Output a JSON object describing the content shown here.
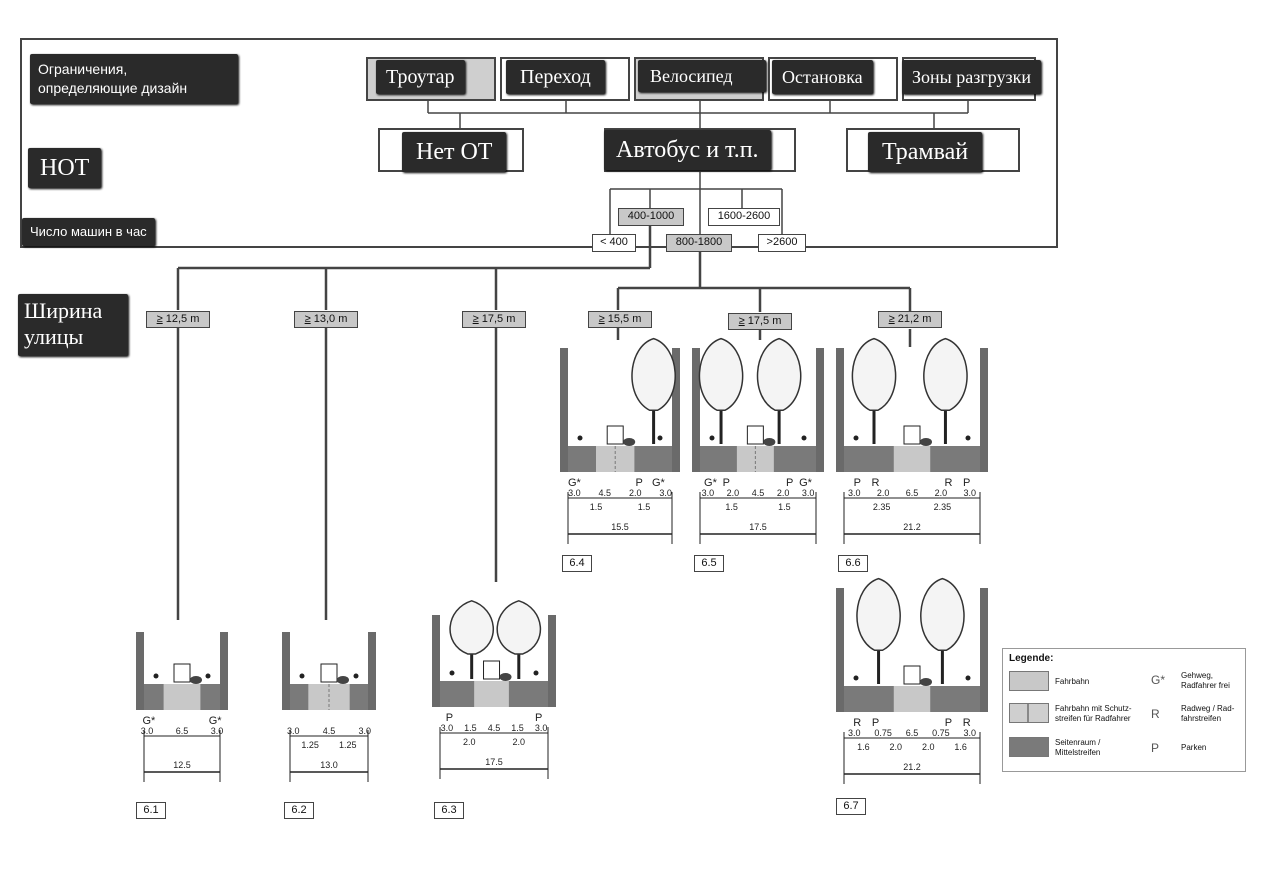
{
  "tags": {
    "constraints": "Ограничения,\nопределяющие дизайн",
    "sidewalk": "Троутар",
    "crossing": "Переход",
    "bicycle": "Велосипед",
    "stop": "Остановка",
    "loading": "Зоны разгрузки",
    "hot": "НОТ",
    "no_pt": "Нет ОТ",
    "bus": "Автобус и т.п.",
    "tram": "Трамвай",
    "vehicles_per_hour": "Число машин в час",
    "street_width": "Ширина\nулицы"
  },
  "traffic_volumes": [
    "400-1000",
    "1600-2600",
    "< 400",
    "800-1800",
    ">2600"
  ],
  "width_thresholds": [
    "12,5 m",
    "13,0 m",
    "17,5 m",
    "15,5 m",
    "17,5 m",
    "21,2 m"
  ],
  "width_prefix": "≥",
  "sections": [
    {
      "id": "6.1",
      "total": "12.5",
      "labels_top": [
        "G*",
        "G*"
      ],
      "dims_top": [
        "3.0",
        "6.5",
        "3.0"
      ],
      "dims_bottom": []
    },
    {
      "id": "6.2",
      "total": "13.0",
      "labels_top": [],
      "dims_top": [
        "3.0",
        "4.5",
        "3.0"
      ],
      "dims_bottom": [
        "1.25",
        "1.25"
      ]
    },
    {
      "id": "6.3",
      "total": "17.5",
      "labels_top": [
        "P",
        "P"
      ],
      "dims_top": [
        "3.0",
        "1.5",
        "4.5",
        "1.5",
        "3.0"
      ],
      "dims_bottom": [
        "2.0",
        "2.0"
      ]
    },
    {
      "id": "6.4",
      "total": "15.5",
      "labels_top": [
        "G*",
        "P",
        "G*"
      ],
      "dims_top": [
        "3.0",
        "4.5",
        "2.0",
        "3.0"
      ],
      "dims_bottom": [
        "1.5",
        "1.5"
      ]
    },
    {
      "id": "6.5",
      "total": "17.5",
      "labels_top": [
        "G*",
        "P",
        "P",
        "G*"
      ],
      "dims_top": [
        "3.0",
        "2.0",
        "4.5",
        "2.0",
        "3.0"
      ],
      "dims_bottom": [
        "1.5",
        "1.5"
      ]
    },
    {
      "id": "6.6",
      "total": "21.2",
      "labels_top": [
        "P",
        "R",
        "R",
        "P"
      ],
      "dims_top": [
        "3.0",
        "2.0",
        "6.5",
        "2.0",
        "3.0"
      ],
      "dims_bottom": [
        "2.35",
        "2.35"
      ]
    },
    {
      "id": "6.7",
      "total": "21.2",
      "labels_top": [
        "R",
        "P",
        "P",
        "R"
      ],
      "dims_top": [
        "3.0",
        "0.75",
        "6.5",
        "0.75",
        "3.0"
      ],
      "dims_bottom": [
        "1.6",
        "2.0",
        "2.0",
        "1.6"
      ]
    }
  ],
  "legend": {
    "title": "Legende:",
    "items": [
      {
        "text": "Fahrbahn",
        "color": "#c8c8c8"
      },
      {
        "text": "Fahrbahn mit Schutz-\nstreifen für Radfahrer",
        "color": "#cfcfcf"
      },
      {
        "text": "Seitenraum /\nMittelstreifen",
        "color": "#7a7a7a"
      }
    ],
    "symbols": [
      {
        "symbol": "G*",
        "text": "Gehweg,\nRadfahrer frei"
      },
      {
        "symbol": "R",
        "text": "Radweg / Rad-\nfahrstreifen"
      },
      {
        "symbol": "P",
        "text": "Parken"
      }
    ]
  },
  "colors": {
    "tag_bg": "#2a2a2a",
    "box_grey": "#c8c8c8",
    "side_grey": "#7a7a7a",
    "road_grey": "#c8c8c8"
  }
}
